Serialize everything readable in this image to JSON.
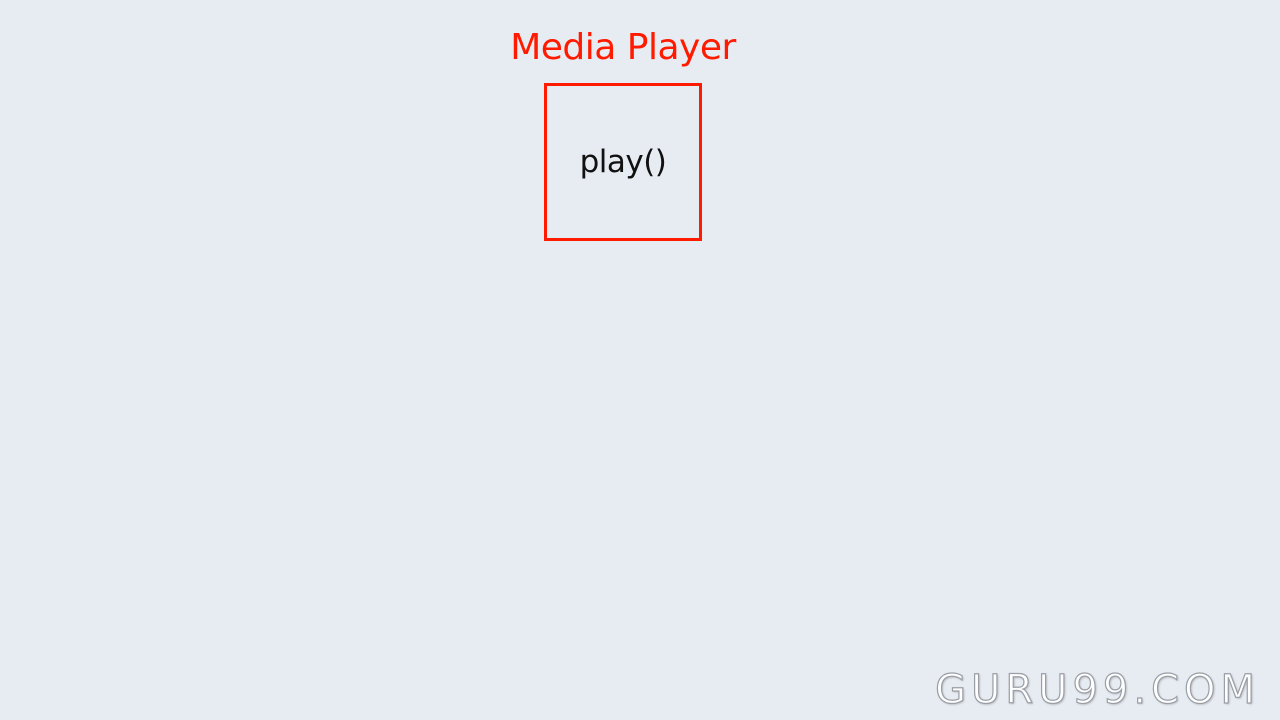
{
  "diagram": {
    "title": "Media Player",
    "method": "play()",
    "colors": {
      "accent": "#ff1a00",
      "text": "#111111",
      "background": "#e7ebf2"
    }
  },
  "watermark": {
    "text": "GURU99.COM"
  }
}
